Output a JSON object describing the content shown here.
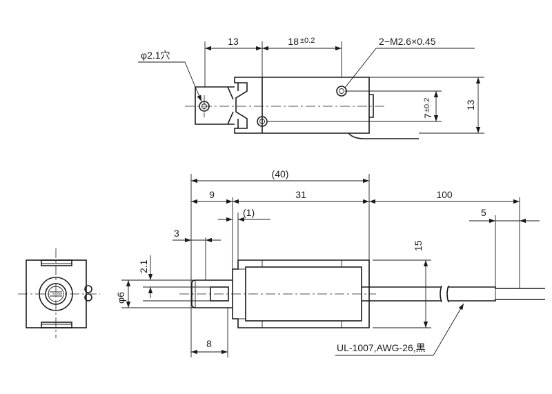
{
  "top_view": {
    "dim_13": "13",
    "dim_18": "18",
    "tol_18": "±0.2",
    "screw_label": "2−M2.6×0.45",
    "hole_label": "φ2.1穴",
    "dim_7": "7",
    "tol_7": "±0.2",
    "dim_height_13": "13"
  },
  "side_view": {
    "dim_40": "(40)",
    "dim_9": "9",
    "dim_31": "31",
    "dim_100": "100",
    "dim_1": "(1)",
    "dim_5": "5",
    "dim_3": "3",
    "dim_2_1": "2.1",
    "dim_phi6": "φ6",
    "dim_15": "15",
    "dim_8": "8",
    "wire_label": "UL-1007,AWG-26,黒"
  }
}
